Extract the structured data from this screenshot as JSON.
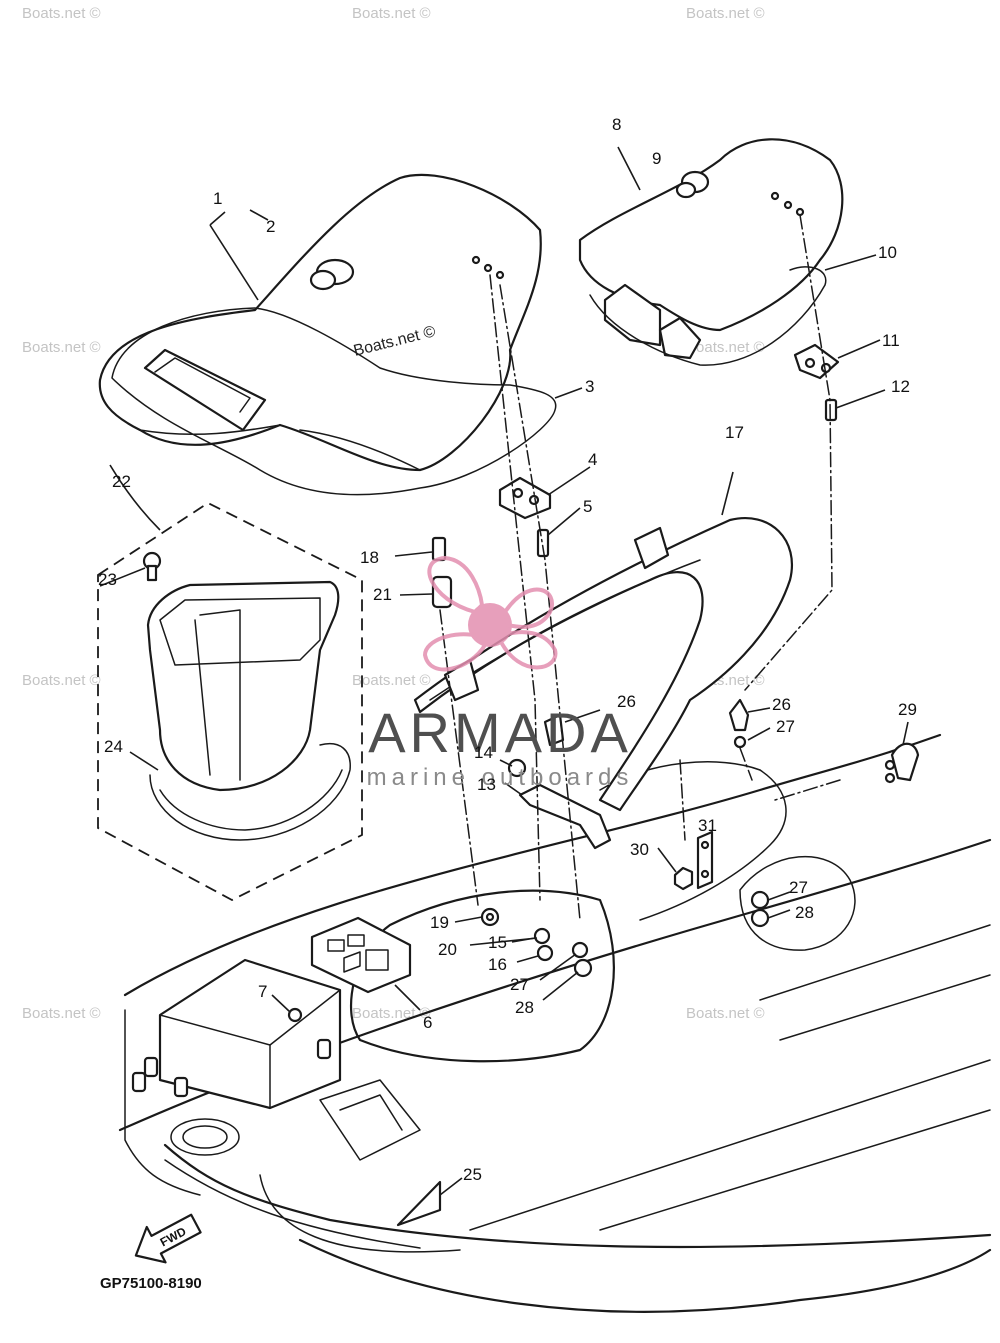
{
  "diagram": {
    "drawing_code": "GP75100-8190",
    "fwd_label": "FWD",
    "brand": {
      "name": "ARMADA",
      "tagline": "marine outboards",
      "logo_color": "#e38fb0"
    },
    "watermark_text": "Boats.net ©",
    "part_callouts": [
      "1",
      "2",
      "3",
      "4",
      "5",
      "6",
      "7",
      "8",
      "9",
      "10",
      "11",
      "12",
      "13",
      "14",
      "15",
      "16",
      "17",
      "18",
      "19",
      "20",
      "21",
      "22",
      "23",
      "24",
      "25",
      "26",
      "26",
      "27",
      "27",
      "27",
      "28",
      "28",
      "29",
      "30",
      "31"
    ]
  }
}
